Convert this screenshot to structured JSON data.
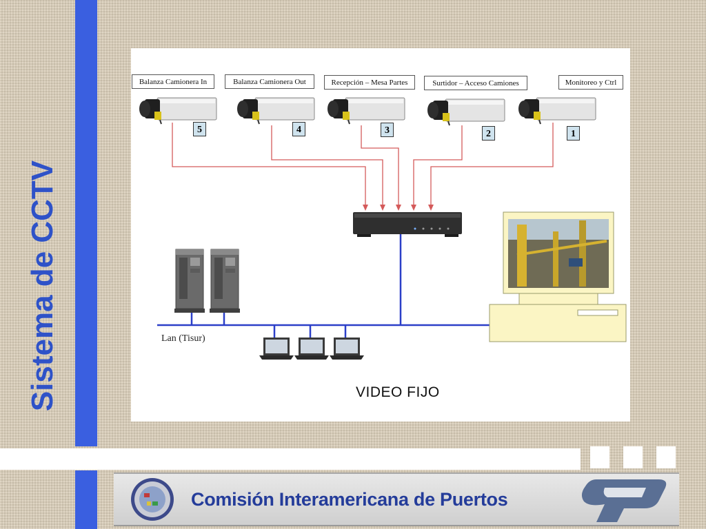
{
  "slide": {
    "title": "Sistema de CCTV",
    "colors": {
      "accent_blue": "#3a5fe0",
      "title_blue": "#2e52c8",
      "org_blue": "#243c9a",
      "wire_red": "#d45a5a",
      "lan_blue": "#2b3fc8"
    }
  },
  "diagram": {
    "cameras": [
      {
        "label": "Balanza Camionera In",
        "number": "5"
      },
      {
        "label": "Balanza Camionera Out",
        "number": "4"
      },
      {
        "label": "Recepción – Mesa Partes",
        "number": "3"
      },
      {
        "label": "Surtidor – Acceso Camiones",
        "number": "2"
      },
      {
        "label": "Monitoreo y Ctrl",
        "number": "1"
      }
    ],
    "lan_label": "Lan (Tisur)",
    "caption": "VIDEO FIJO"
  },
  "footer": {
    "org_name": "Comisión Interamericana de Puertos"
  }
}
